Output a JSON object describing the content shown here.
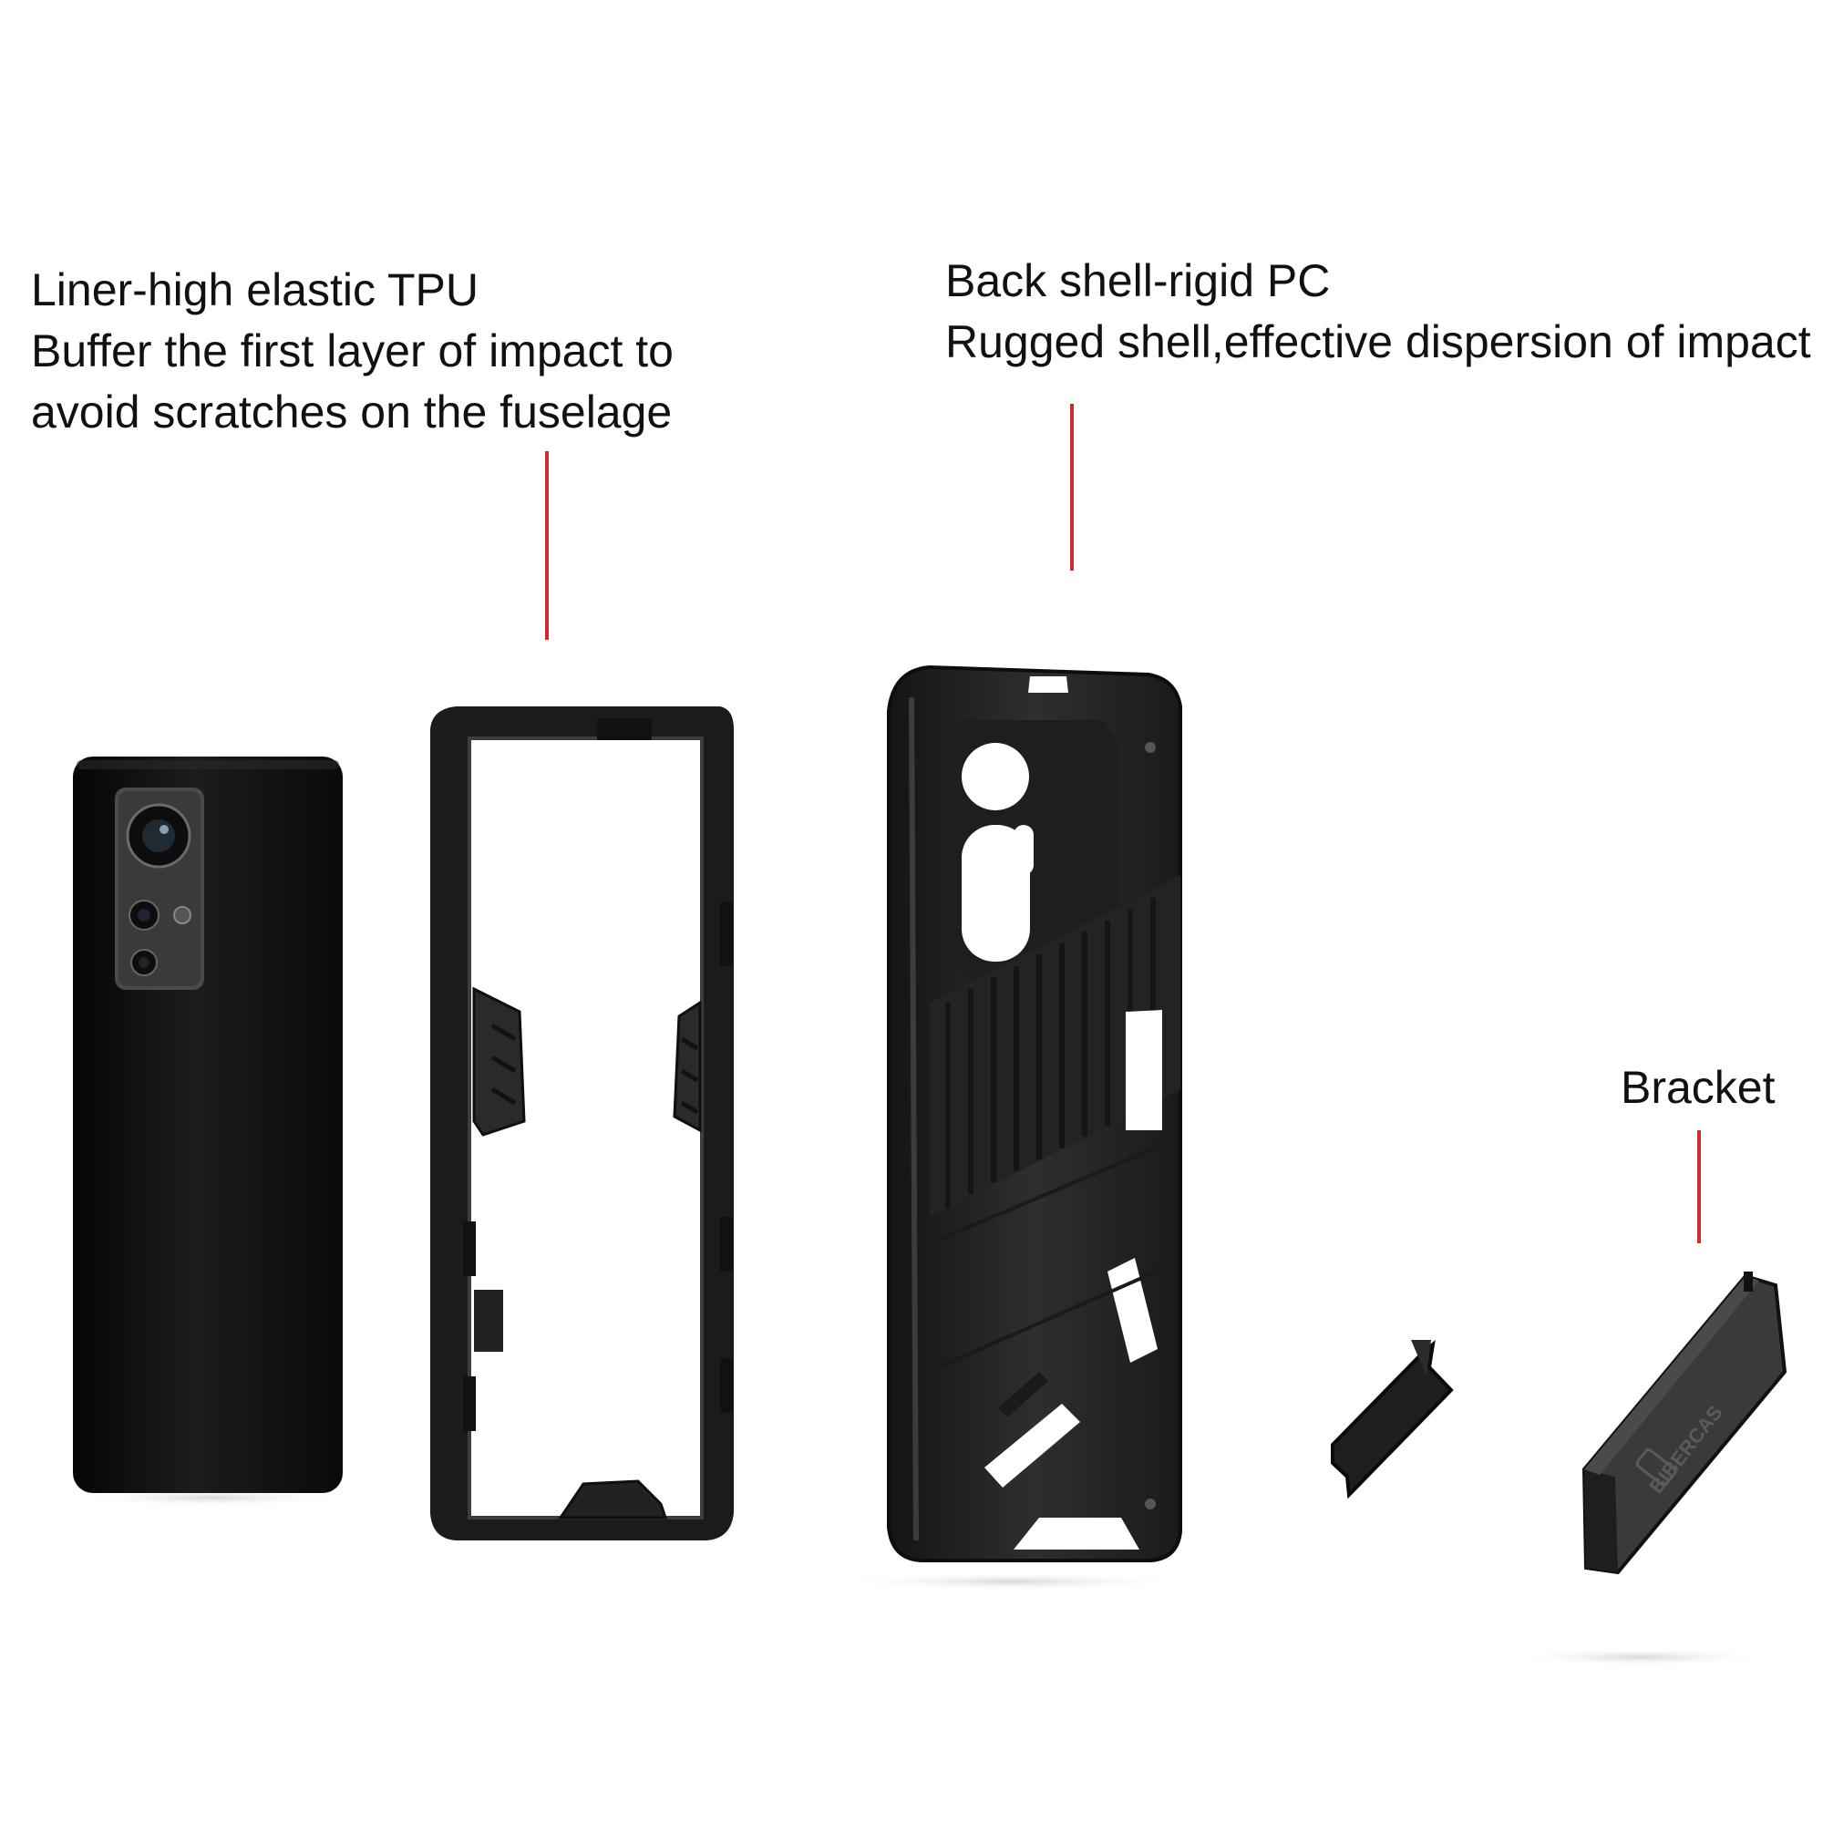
{
  "callouts": {
    "liner": {
      "title": "Liner-high elastic TPU",
      "line2": "Buffer the first layer of impact to",
      "line3": "avoid scratches on the fuselage"
    },
    "shell": {
      "title": "Back shell-rigid PC",
      "line2": "Rugged shell,effective dispersion of impact"
    },
    "bracket": {
      "title": "Bracket"
    }
  },
  "bracket_logo_text": "BIBERCAS",
  "colors": {
    "leader_line": "#d42a2a",
    "case_body": "#2b2b2b",
    "phone_body": "#141414",
    "background": "#ffffff"
  }
}
